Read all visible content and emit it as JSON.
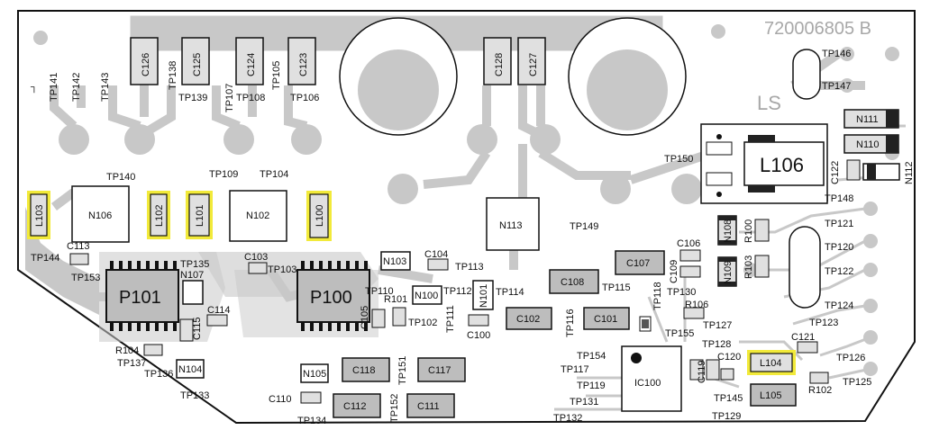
{
  "board": {
    "part_number": "720006805 B",
    "silk_ls": "LS"
  },
  "colors": {
    "copper": "#c8c8c8",
    "outline": "#111111",
    "component_fill": "#e0e0e0",
    "component_fill_dark": "#bdbdbd",
    "highlight": "#f2ea3a"
  },
  "components": {
    "C126": "C126",
    "C125": "C125",
    "C124": "C124",
    "C123": "C123",
    "C128": "C128",
    "C127": "C127",
    "N106": "N106",
    "N102": "N102",
    "N113": "N113",
    "L103": "L103",
    "L102": "L102",
    "L101": "L101",
    "L100": "L100",
    "L106": "L106",
    "L104": "L104",
    "L105": "L105",
    "N111": "N111",
    "N110": "N110",
    "N112": "N112",
    "C122": "C122",
    "N108": "N108",
    "N109": "N109",
    "R100": "R100",
    "R103": "R103",
    "C106": "C106",
    "C109": "C109",
    "C107": "C107",
    "C108": "C108",
    "P101": "P101",
    "P100": "P100",
    "N107": "N107",
    "N103": "N103",
    "N100": "N100",
    "N101": "N101",
    "N104": "N104",
    "N105": "N105",
    "C113": "C113",
    "C103": "C103",
    "C104": "C104",
    "C105": "C105",
    "C114": "C114",
    "C115": "C115",
    "C100": "C100",
    "C102": "C102",
    "C101": "C101",
    "C118": "C118",
    "C117": "C117",
    "C112": "C112",
    "C111": "C111",
    "C110": "C110",
    "R104": "R104",
    "R101": "R101",
    "R106": "R106",
    "R102": "R102",
    "C121": "C121",
    "C119": "C119",
    "C120": "C120",
    "IC100": "IC100"
  },
  "testpoints": {
    "TP141": "TP141",
    "TP142": "TP142",
    "TP143": "TP143",
    "TP138": "TP138",
    "TP139": "TP139",
    "TP107": "TP107",
    "TP108": "TP108",
    "TP105": "TP105",
    "TP106": "TP106",
    "TP146": "TP146",
    "TP147": "TP147",
    "TP140": "TP140",
    "TP109": "TP109",
    "TP104": "TP104",
    "TP150": "TP150",
    "TP148": "TP148",
    "TP149": "TP149",
    "TP121": "TP121",
    "TP120": "TP120",
    "TP122": "TP122",
    "TP124": "TP124",
    "TP123": "TP123",
    "TP144": "TP144",
    "TP153": "TP153",
    "TP135": "TP135",
    "TP103": "TP103",
    "TP113": "TP113",
    "TP110": "TP110",
    "TP112": "TP112",
    "TP114": "TP114",
    "TP115": "TP115",
    "TP118": "TP118",
    "TP130": "TP130",
    "TP102": "TP102",
    "TP111": "TP111",
    "TP116": "TP116",
    "TP127": "TP127",
    "TP155": "TP155",
    "TP128": "TP128",
    "TP137": "TP137",
    "TP136": "TP136",
    "TP133": "TP133",
    "TP151": "TP151",
    "TP152": "TP152",
    "TP134": "TP134",
    "TP154": "TP154",
    "TP117": "TP117",
    "TP119": "TP119",
    "TP131": "TP131",
    "TP132": "TP132",
    "TP145": "TP145",
    "TP129": "TP129",
    "TP126": "TP126",
    "TP125": "TP125"
  }
}
